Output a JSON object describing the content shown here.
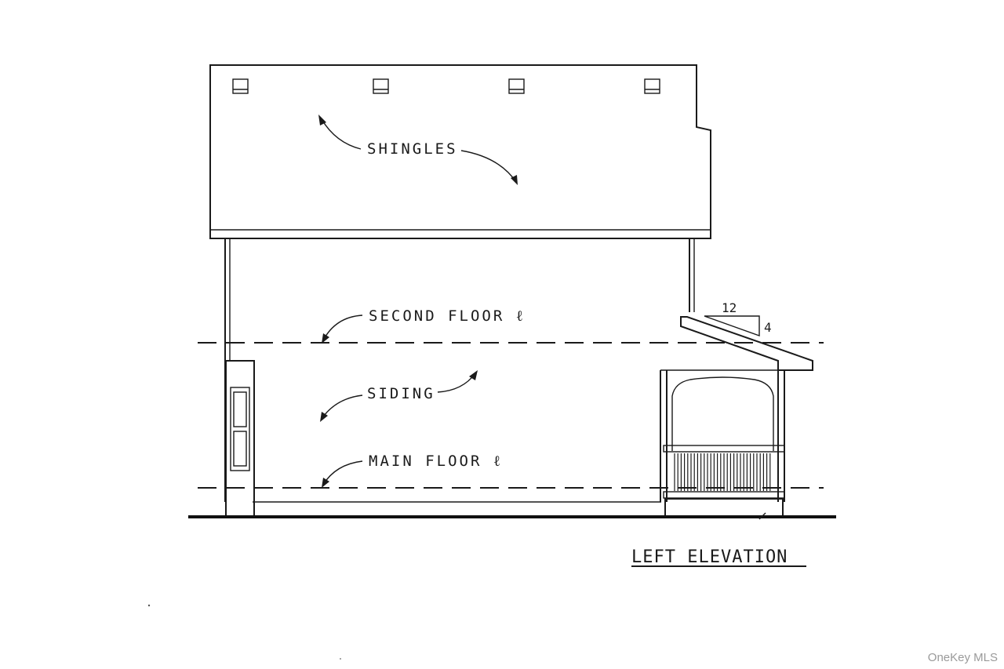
{
  "labels": {
    "shingles": "SHINGLES",
    "second_floor": "SECOND FLOOR ℓ",
    "siding": "SIDING",
    "main_floor": "MAIN FLOOR ℓ",
    "title": "LEFT ELEVATION"
  },
  "roof_pitch": {
    "run": "12",
    "rise": "4"
  },
  "watermark": "OneKey MLS"
}
